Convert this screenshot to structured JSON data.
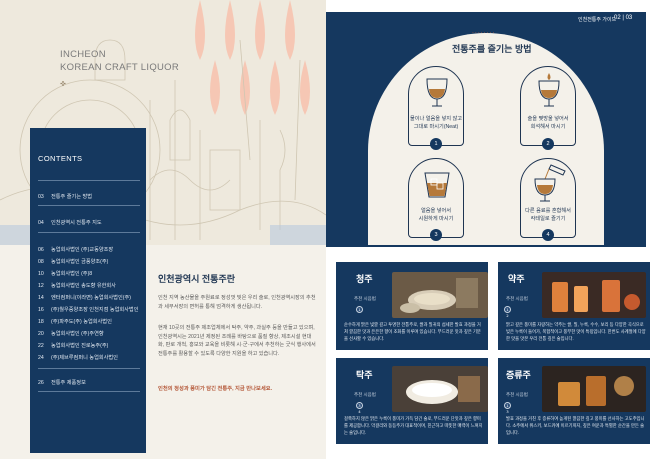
{
  "brand": {
    "line1": "INCHEON",
    "line2": "KOREAN CRAFT LIQUOR",
    "mark": "✜"
  },
  "contents": {
    "title": "CONTENTS",
    "items": [
      {
        "num": "03",
        "label": "전통주 즐기는 방법"
      },
      {
        "num": "04",
        "label": "인천광역시 전통주 지도"
      },
      {
        "num": "06",
        "label": "농업회사법인 (주)교동양조장"
      },
      {
        "num": "08",
        "label": "농업회사법인 금풍양조(주)"
      },
      {
        "num": "10",
        "label": "농업회사법인 (주)8"
      },
      {
        "num": "12",
        "label": "농업회사법인 송도향 유한회사"
      },
      {
        "num": "14",
        "label": "엔터컴퍼니(이라면) 농업회사법인(주)"
      },
      {
        "num": "16",
        "label": "(주)월우중양조장 인천지점 농업회사법인"
      },
      {
        "num": "18",
        "label": "(주)파주도(주) 농업회사법인"
      },
      {
        "num": "20",
        "label": "농업회사법인 (주)주연향"
      },
      {
        "num": "22",
        "label": "농업회사법인 진로농주(주)"
      },
      {
        "num": "24",
        "label": "(주)제브루컴퍼니 농업회사법인"
      },
      {
        "num": "26",
        "label": "전통주 제품정보"
      }
    ]
  },
  "main": {
    "title": "인천광역시 전통주란",
    "para1": "인천 지역 농산물을 주원료로 정성껏 빚은 우리 술로, 인천광역시장의 추천과 세무서장의 면허를 통해 엄격하게 생산됩니다.",
    "para2": "현재 10곳의 전통주 제조업체에서 탁주, 약주, 과실주 등을 만들고 있으며, 인천광역시는 2021년 제정된 조례를 바탕으로 품질 향상, 제조시설 현대화, 판로 개척, 홍보와 교육을 비롯해 시·군·구에서 추천하는 굿식 행사에서 전통주를 활용할 수 있도록 다양한 지원을 하고 있습니다.",
    "tagline": "인천의 정성과 풍미가 담긴 전통주, 지금 만나보세요."
  },
  "header": {
    "label": "인천전통주 가이드",
    "page": "02 | 03"
  },
  "how": {
    "dots": "········",
    "title": "전통주를 즐기는 방법",
    "steps": [
      {
        "label": "물이나 얼음을 넣지 않고\n그대로 마시기(Neat)",
        "num": "1"
      },
      {
        "label": "술을 몇방울 넣어서\n희석해서 마시기",
        "num": "2"
      },
      {
        "label": "얼음을 넣어서\n시원하게 마시기",
        "num": "3"
      },
      {
        "label": "다른 음료를 혼합해서\n칵테일로 즐기기",
        "num": "4"
      }
    ]
  },
  "drinks": [
    {
      "name": "청주",
      "sub": "추천 시음법",
      "icon": "1",
      "desc": "순수하게 맑은 빛깔 깊고 투명한 전통주로, 쌀과 밀귀의 섬세한 발효 과정을 거쳐 깔끔한 맛과 은은한 향이 조화를 이루며 있습니다. 부드러운 맛과 깊은 기분을 선사할 수 있습니다."
    },
    {
      "name": "약주",
      "sub": "추천 시음법",
      "icon": "1 2",
      "desc": "맑고 깊은 풍미를 자랑하는 약주는 쌀, 밀, 누룩, 수수, 보리 등 다양한 곡식으로 빚은 누룩이 들어가, 복합적이고 풍부한 맛이 특징입니다. 한번도 사계절에 다양한 맛을 맛본 우리 전통 깊은 술입니다."
    },
    {
      "name": "탁주",
      "sub": "추천 시음법",
      "icon": "3 4",
      "desc": "걸쭉하지 않은 맑은 누룩이 풍미가 가득 담긴 술로, 부드러운 단맛과 깊은 향미를 제공합니다. 막걸리와 동등주가 대표적이며, 친근하고 따뜻한 매력이 느껴지는 술입니다."
    },
    {
      "name": "증류주",
      "sub": "추천 시음법",
      "icon": "1 3",
      "desc": "발효 과정을 거친 후 증류하여 높게된 깔끔한 깊고 풍미를 선사하는 고도주입니다. 소주에서 위스키, 보드카에 이르기까지, 깊은 여운과 특별한 순간을 만든 술입니다."
    }
  ],
  "colors": {
    "navy": "#15385f",
    "beige": "#f4f1ea",
    "accent": "#b5593a"
  }
}
